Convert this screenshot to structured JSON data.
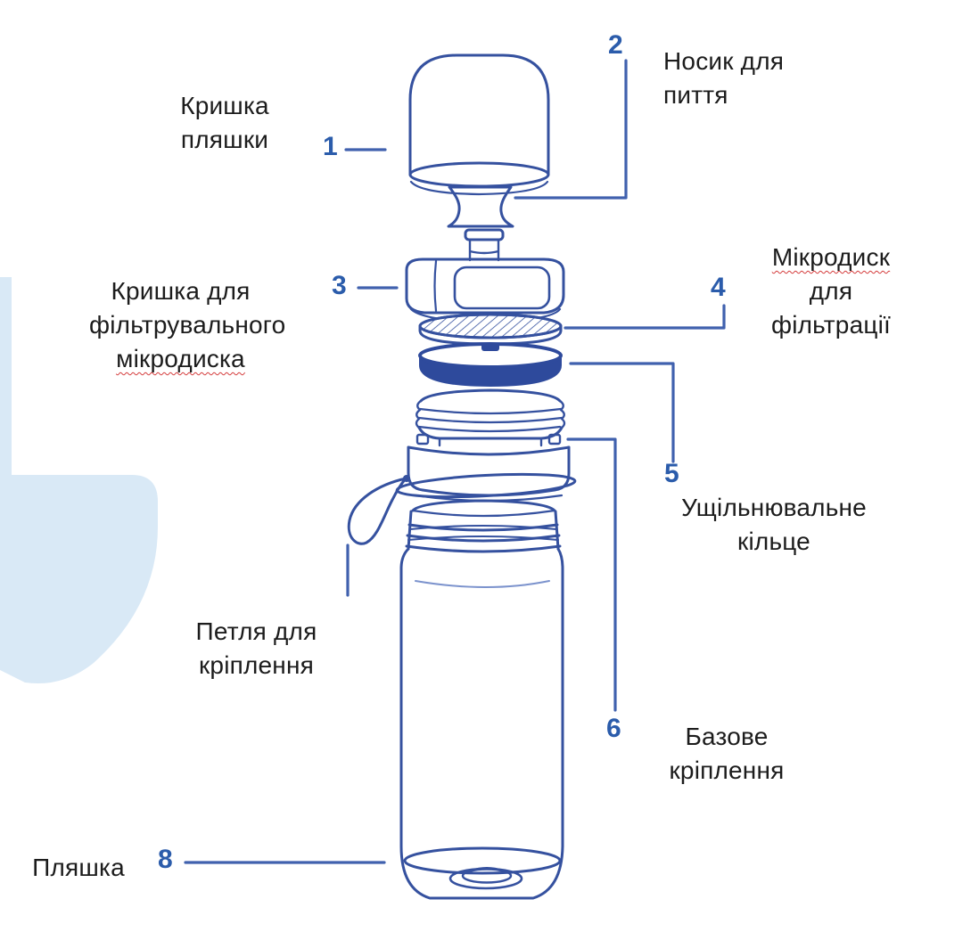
{
  "diagram": {
    "subject": "water-filter-bottle-exploded-view",
    "language": "uk"
  },
  "colors": {
    "outline": "#35519f",
    "leader_line": "#4061ae",
    "number_text": "#2b5cab",
    "label_text": "#1c1c1c",
    "dark_ring_fill": "#2e4a9c",
    "decoration_fill": "#d9e9f6",
    "misspelling_underline": "#d43b3b"
  },
  "callouts": [
    {
      "id": "bottle-cap",
      "number": "1",
      "lines": [
        "Кришка",
        "пляшки"
      ]
    },
    {
      "id": "drinking-spout",
      "number": "2",
      "lines": [
        "Носик для",
        "пиття"
      ]
    },
    {
      "id": "microdisc-cap",
      "number": "3",
      "lines": [
        "Кришка для",
        "фільтрувального",
        "мікродиска"
      ]
    },
    {
      "id": "filter-microdisc",
      "number": "4",
      "lines": [
        "Мікродиск",
        "для",
        "фільтрації"
      ]
    },
    {
      "id": "sealing-ring",
      "number": "5",
      "lines": [
        "Ущільнювальне",
        "кільце"
      ]
    },
    {
      "id": "base-mount",
      "number": "6",
      "lines": [
        "Базове",
        "кріплення"
      ]
    },
    {
      "id": "strap-loop",
      "number": "",
      "lines": [
        "Петля для",
        "кріплення"
      ]
    },
    {
      "id": "bottle",
      "number": "8",
      "lines": [
        "Пляшка"
      ]
    }
  ]
}
